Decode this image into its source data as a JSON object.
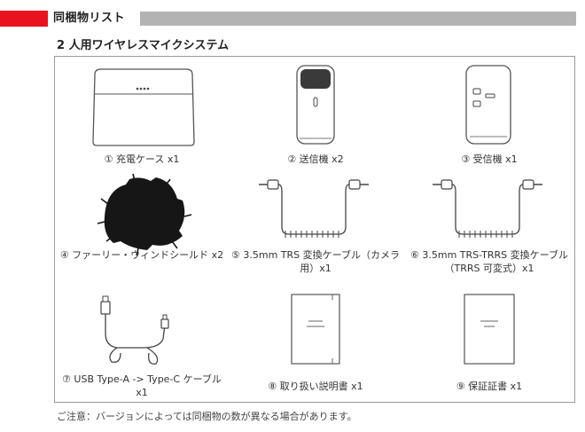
{
  "header": {
    "section_title": "同梱物リスト"
  },
  "product_title": "2 人用ワイヤレスマイクシステム",
  "items": [
    {
      "caption": "① 充電ケース x1",
      "icon": "charging-case"
    },
    {
      "caption": "② 送信機 x2",
      "icon": "transmitter"
    },
    {
      "caption": "③ 受信機 x1",
      "icon": "receiver"
    },
    {
      "caption": "④ ファーリー・ウィンドシールド x2",
      "icon": "furry-windshield"
    },
    {
      "caption": "⑤ 3.5mm TRS 変換ケーブル（カメラ用）x1",
      "icon": "trs-coiled-cable"
    },
    {
      "caption": "⑥ 3.5mm TRS-TRRS 変換ケーブル（TRRS 可変式）x1",
      "icon": "trrs-coiled-cable"
    },
    {
      "caption": "⑦ USB Type-A -> Type-C ケーブル x1",
      "icon": "usb-cable"
    },
    {
      "caption": "⑧ 取り扱い説明書 x1",
      "icon": "manual-booklet"
    },
    {
      "caption": "⑨ 保証証書 x1",
      "icon": "warranty-card"
    }
  ],
  "note": "ご注意：バージョンによっては同梱物の数が異なる場合があります。"
}
